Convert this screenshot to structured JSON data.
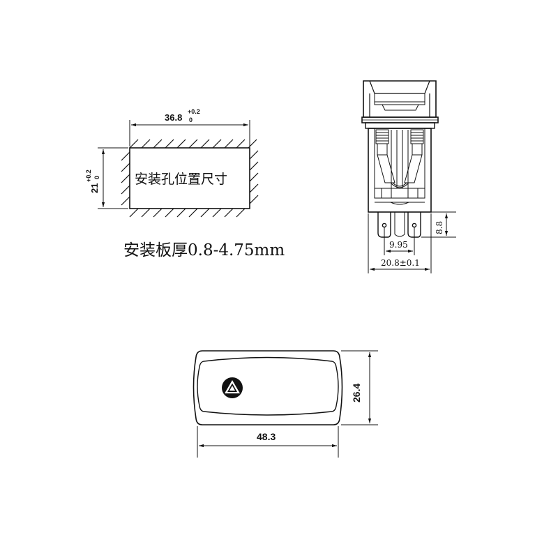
{
  "cutout": {
    "width_dim": "36.8",
    "width_tol_upper": "+0.2",
    "width_tol_lower": "0",
    "height_dim": "21",
    "height_tol_upper": "+0.2",
    "height_tol_lower": "0",
    "label": "安装孔位置尺寸"
  },
  "panel_note": "安装板厚0.8-4.75mm",
  "side_view": {
    "terminal_height": "8.8",
    "terminal_pitch": "9.95",
    "body_width": "20.8±0.1"
  },
  "front_view": {
    "width": "48.3",
    "height": "26.4",
    "icon": "hazard-triangle-icon"
  }
}
